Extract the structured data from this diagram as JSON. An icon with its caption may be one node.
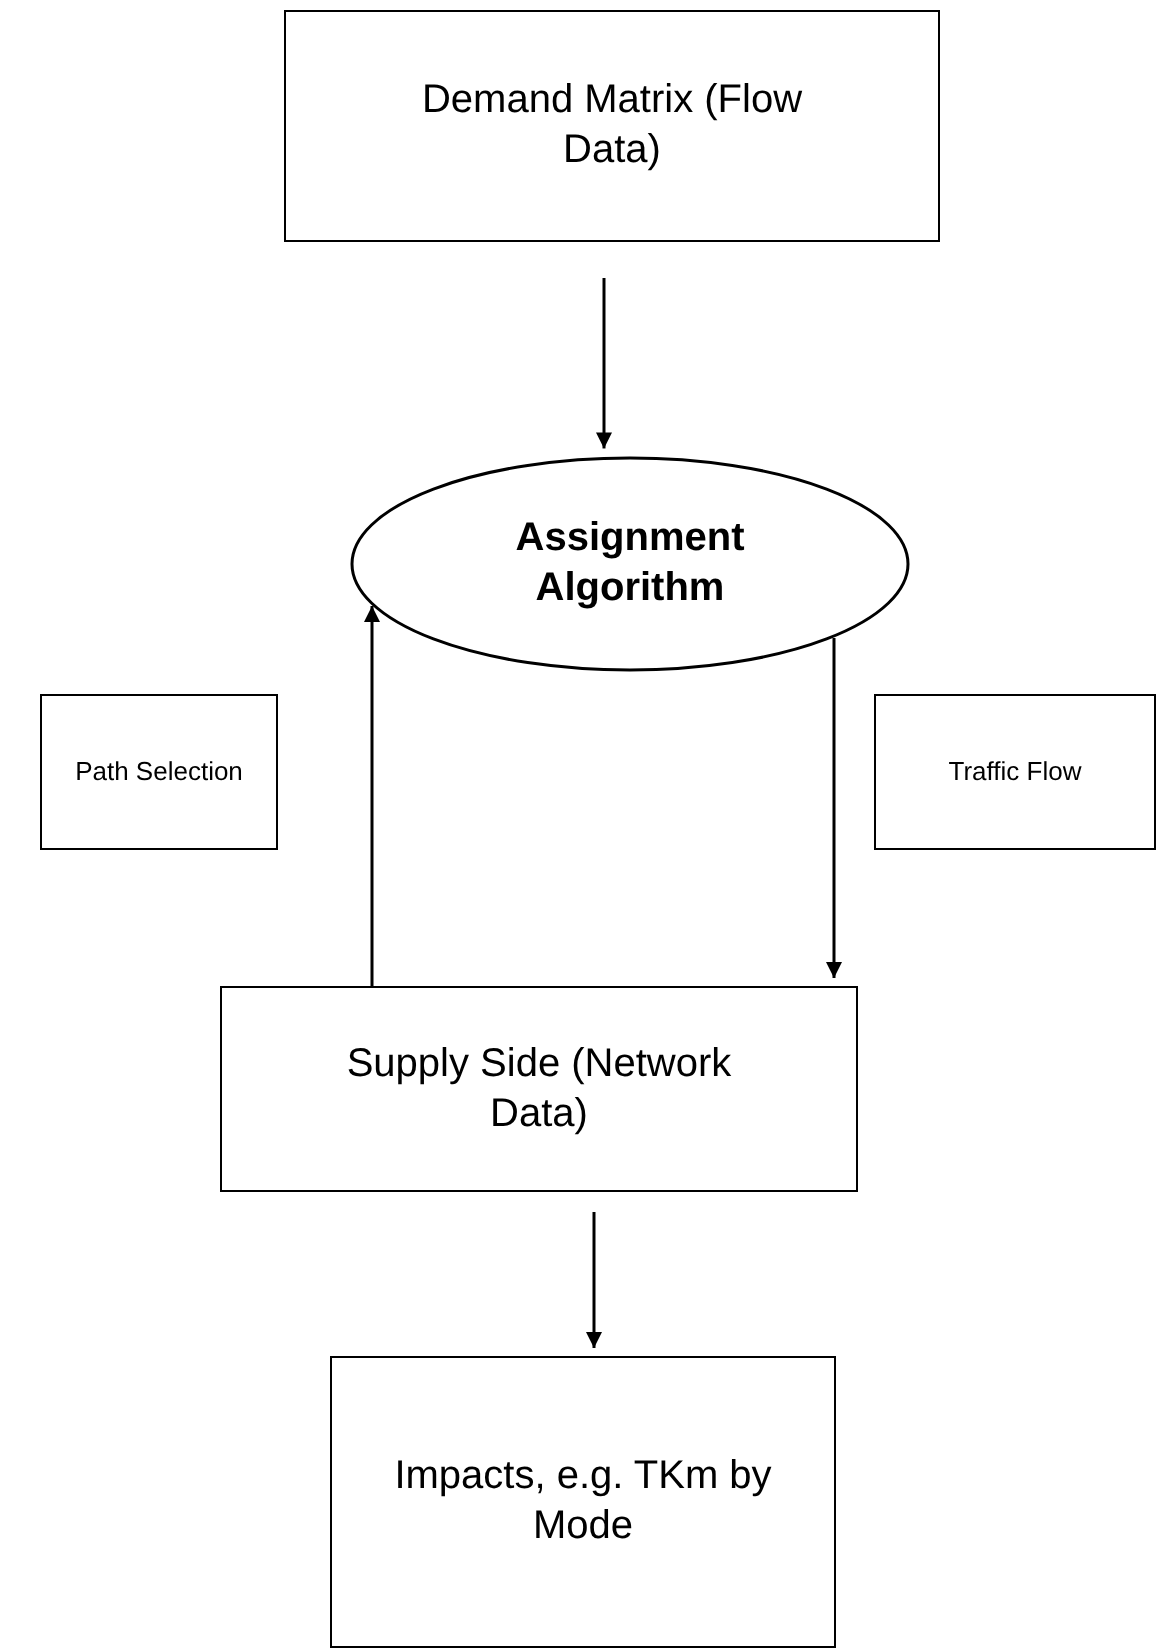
{
  "diagram": {
    "nodes": [
      {
        "text": [
          "Demand Matrix (Flow Data)"
        ]
      },
      {
        "text": [
          "Assignment Algorithm"
        ]
      },
      {
        "text": [
          "Path Selection"
        ]
      },
      {
        "text": [
          "Traffic Flow"
        ]
      },
      {
        "text": [
          "Supply Side (Network Data)"
        ]
      },
      {
        "text": [
          "Impacts, e.g. TKm by Mode"
        ]
      }
    ],
    "edges": [
      {
        "from": 0,
        "to": 1,
        "arrow": "to"
      },
      {
        "from": 4,
        "to": 1,
        "arrow": "to"
      },
      {
        "from": 1,
        "to": 4,
        "arrow": "to"
      },
      {
        "from": 4,
        "to": 5,
        "arrow": "to"
      }
    ]
  }
}
